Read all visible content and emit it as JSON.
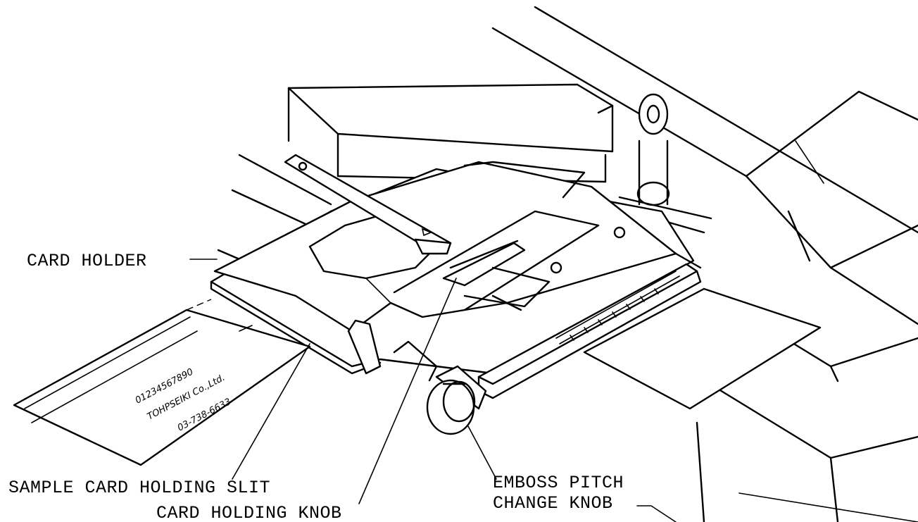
{
  "labels": {
    "card_holder": "CARD HOLDER",
    "sample_card_slit": "SAMPLE CARD HOLDING SLIT",
    "card_holding_knob": "CARD HOLDING KNOB",
    "emboss_line1": "EMBOSS PITCH",
    "emboss_line2": "CHANGE KNOB"
  },
  "sample_card": {
    "line1": "01234567890",
    "line2": "TOHPSEIKI Co.,Ltd.",
    "line3": "03-738-6633"
  }
}
